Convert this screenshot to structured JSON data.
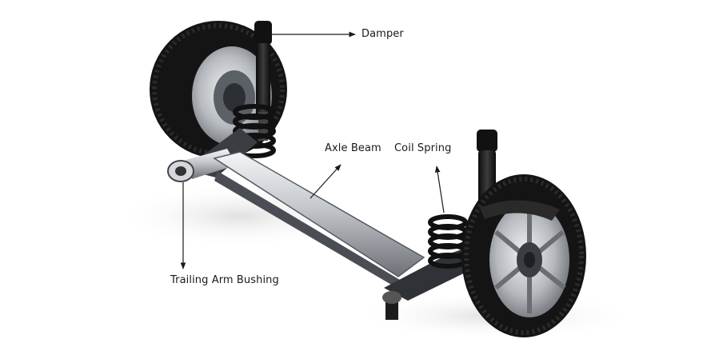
{
  "labels": {
    "damper": "Damper",
    "axle_beam": "Axle Beam",
    "coil_spring": "Coil Spring",
    "trailing_arm_bushing": "Trailing Arm Bushing"
  },
  "colors": {
    "background": "#ffffff",
    "tire": "#151515",
    "rim": "#b9bcc0",
    "beam_metal": "#c9ccd1",
    "arrow": "#1a1a1a"
  }
}
